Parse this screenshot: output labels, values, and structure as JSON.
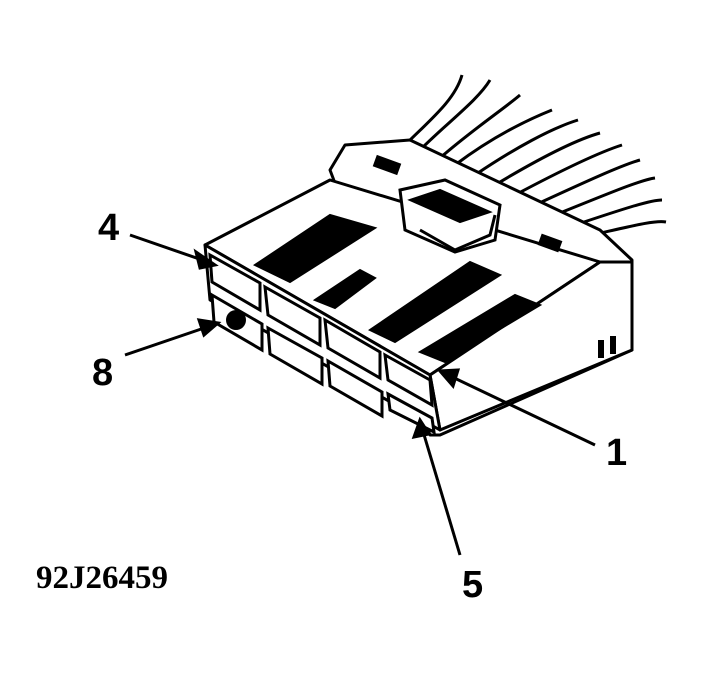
{
  "figure": {
    "id": "92J26459",
    "subject": "connector-illustration"
  },
  "callouts": [
    {
      "label": "4",
      "target": "terminal-cavity-4"
    },
    {
      "label": "8",
      "target": "terminal-cavity-8"
    },
    {
      "label": "1",
      "target": "terminal-cavity-1"
    },
    {
      "label": "5",
      "target": "terminal-cavity-5"
    }
  ],
  "colors": {
    "ink": "#000000",
    "paper": "#ffffff"
  }
}
